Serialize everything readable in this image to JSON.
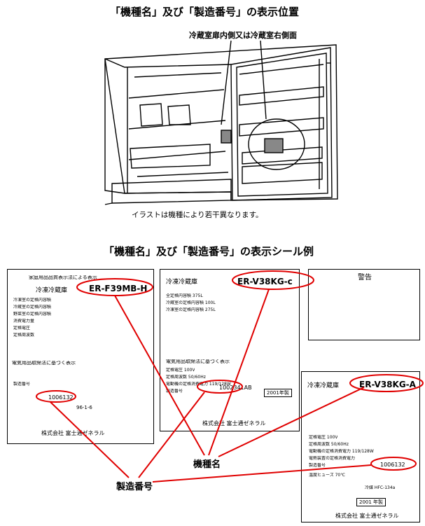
{
  "titles": {
    "location": "「機種名」及び「製造番号」の表示位置",
    "seal_examples": "「機種名」及び「製造番号」の表示シール例"
  },
  "labels": {
    "door_location": "冷蔵室扉内側又は冷蔵室右側面",
    "illustration_note": "イラストは機種により若干異なります。",
    "model_name": "機種名",
    "serial_number": "製造番号"
  },
  "seals": [
    {
      "header": "家庭用品品質表示法による表示",
      "product": "冷凍冷蔵庫",
      "model": "ER-F39MB-H",
      "serial": "1006132",
      "date": "96-1-6",
      "maker": "株式会社 富士通ゼネラル",
      "section": "電気用品取締法に基づく表示",
      "lines": [
        "冷凍室の定格内容積",
        "冷蔵室の定格内容積",
        "野菜室の定格内容積",
        "消費電力量",
        "定格電圧",
        "定格周波数",
        "製造番号"
      ]
    },
    {
      "product": "冷凍冷蔵庫",
      "model": "ER-V38KG-c",
      "serial": "1002341AB",
      "date": "2001年製",
      "maker": "株式会社 富士通ゼネラル",
      "section": "電気用品取締法に基づく表示",
      "lines": [
        "全定格内容積 375L",
        "冷蔵室の定格内容積 100L",
        "冷凍室の定格内容積 275L",
        "定格電圧 100V",
        "定格周波数 50/60Hz",
        "電動機の定格消費電力 119/128W",
        "製造番号"
      ]
    },
    {
      "warning": "警告",
      "product": "冷凍冷蔵庫",
      "model": "ER-V38KG-A",
      "serial": "1006132",
      "date": "2001 年製",
      "maker": "株式会社 富士通ゼネラル",
      "lines": [
        "定格電圧 100V",
        "定格周波数 50/60Hz",
        "電動機の定格消費電力 119/128W",
        "電熱装置の定格消費電力",
        "製造番号",
        "温度ヒューズ 70℃",
        "冷媒 HFC-134a"
      ]
    }
  ]
}
